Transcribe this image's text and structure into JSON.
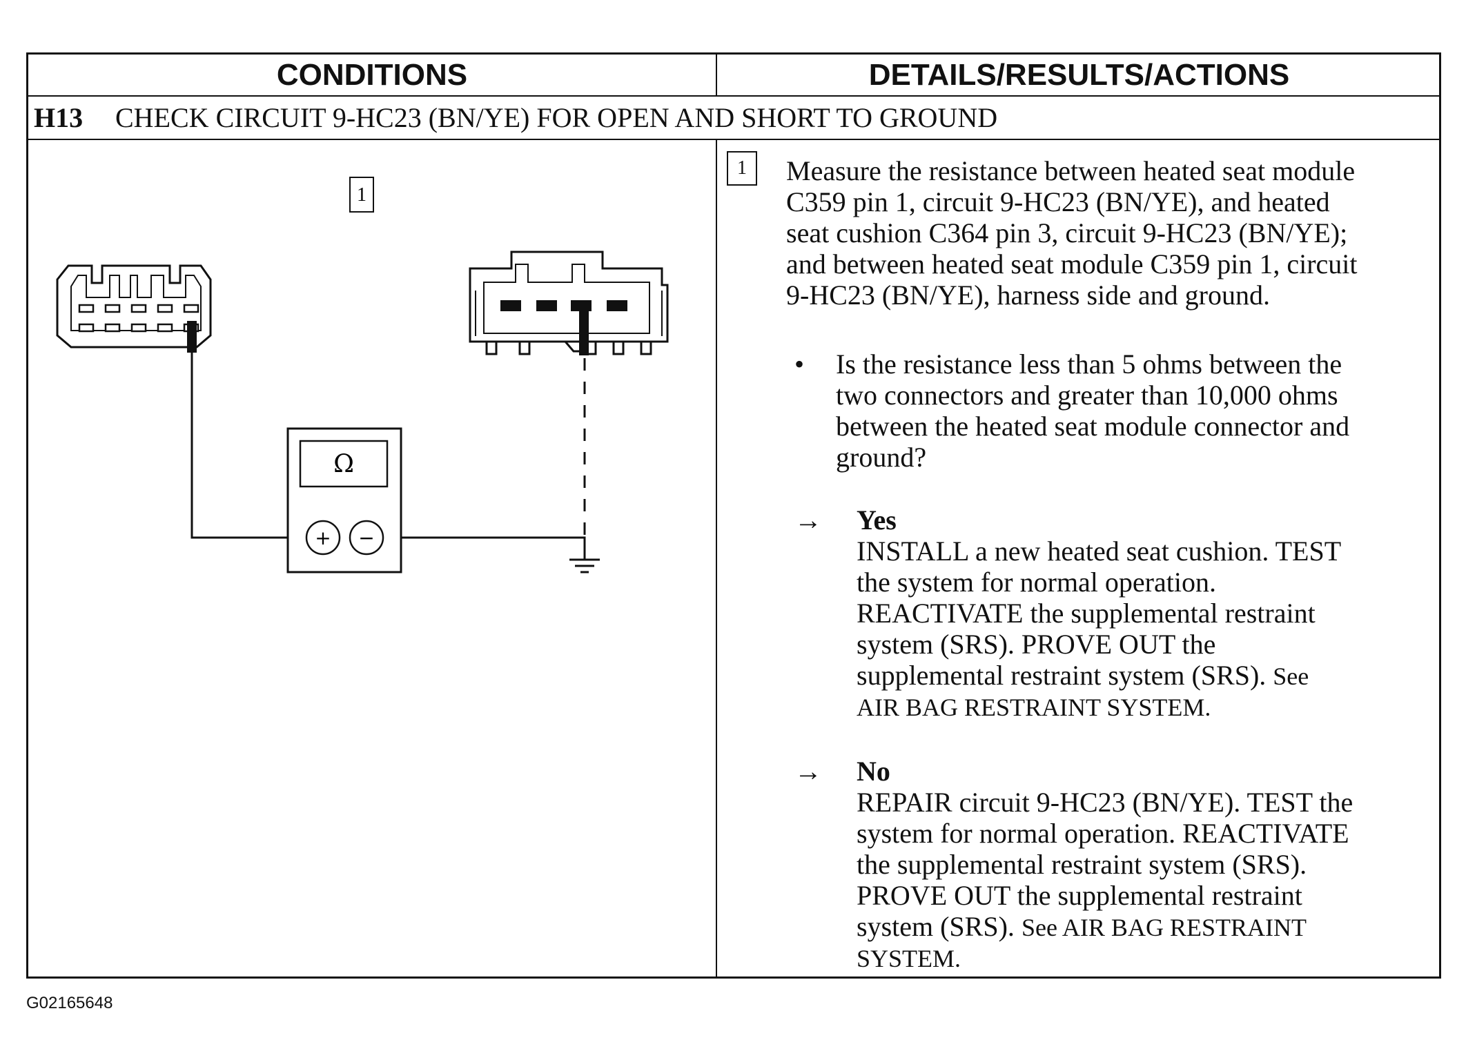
{
  "table": {
    "col_left_header": "CONDITIONS",
    "col_right_header": "DETAILS/RESULTS/ACTIONS",
    "step_id": "H13",
    "step_title": "CHECK CIRCUIT 9-HC23 (BN/YE) FOR OPEN AND SHORT TO GROUND"
  },
  "diagram": {
    "step_box": "1",
    "meter_symbol": "Ω",
    "plus_symbol": "+",
    "minus_symbol": "−"
  },
  "details": {
    "step_box": "1",
    "instruction_lines": [
      "Measure the resistance between heated seat module",
      "C359 pin 1, circuit 9-HC23 (BN/YE), and heated",
      "seat cushion C364 pin 3, circuit 9-HC23 (BN/YE);",
      "and between heated seat module C359 pin 1, circuit",
      "9-HC23 (BN/YE), harness side and ground."
    ],
    "bullet": "•",
    "question_lines": [
      "Is the resistance less than 5 ohms between the",
      "two connectors and greater than 10,000 ohms",
      "between the heated seat module connector and",
      "ground?"
    ],
    "arrow": "→",
    "yes": {
      "label": "Yes",
      "lines": [
        "INSTALL a new heated seat cushion. TEST",
        "the system for normal operation.",
        "REACTIVATE the supplemental restraint",
        "system (SRS). PROVE OUT the",
        "supplemental restraint system (SRS).",
        "AIR BAG RESTRAINT SYSTEM."
      ],
      "see": "See"
    },
    "no": {
      "label": "No",
      "lines": [
        "REPAIR circuit 9-HC23 (BN/YE). TEST the",
        "system for normal operation. REACTIVATE",
        "the supplemental restraint system (SRS).",
        "PROVE OUT the supplemental restraint",
        "system (SRS).",
        "SYSTEM."
      ],
      "see": "See AIR BAG RESTRAINT"
    }
  },
  "figure_id": "G02165648"
}
